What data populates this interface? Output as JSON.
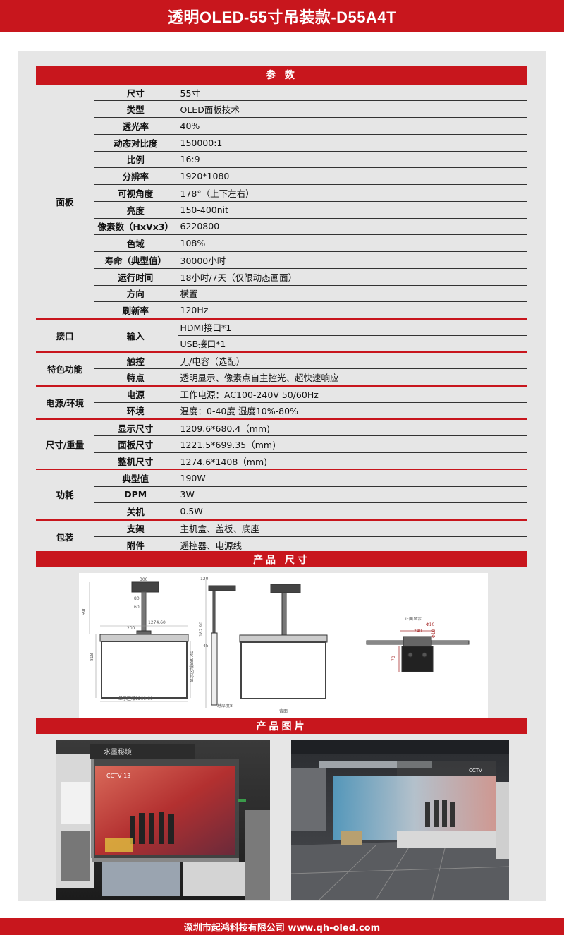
{
  "title": "透明OLED-55寸吊装款-D55A4T",
  "sections": {
    "params": "参 数",
    "size": "产品 尺寸",
    "photos": "产品图片"
  },
  "groups": [
    {
      "name": "面板",
      "rows": [
        {
          "key": "尺寸",
          "value": "55寸"
        },
        {
          "key": "类型",
          "value": "OLED面板技术"
        },
        {
          "key": "透光率",
          "value": "40%"
        },
        {
          "key": "动态对比度",
          "value": "150000:1"
        },
        {
          "key": "比例",
          "value": "16:9"
        },
        {
          "key": "分辨率",
          "value": "1920*1080"
        },
        {
          "key": "可视角度",
          "value": "178°（上下左右）"
        },
        {
          "key": "亮度",
          "value": "150-400nit"
        },
        {
          "key": "像素数（HxVx3）",
          "value": "6220800"
        },
        {
          "key": "色域",
          "value": "108%"
        },
        {
          "key": "寿命（典型值）",
          "value": "30000小时"
        },
        {
          "key": "运行时间",
          "value": "18小时/7天（仅限动态画面）"
        },
        {
          "key": "方向",
          "value": "横置"
        },
        {
          "key": "刷新率",
          "value": "120Hz"
        }
      ]
    },
    {
      "name": "接口",
      "rows": [
        {
          "key": "输入",
          "values": [
            "HDMI接口*1",
            "USB接口*1"
          ]
        }
      ]
    },
    {
      "name": "特色功能",
      "rows": [
        {
          "key": "触控",
          "value": "无/电容（选配）"
        },
        {
          "key": "特点",
          "value": "透明显示、像素点自主控光、超快速响应"
        }
      ]
    },
    {
      "name": "电源/环境",
      "rows": [
        {
          "key": "电源",
          "value": "工作电源：AC100-240V  50/60Hz"
        },
        {
          "key": "环境",
          "value": "温度：0-40度  湿度10%-80%"
        }
      ]
    },
    {
      "name": "尺寸/重量",
      "rows": [
        {
          "key": "显示尺寸",
          "value": "1209.6*680.4（mm)"
        },
        {
          "key": "面板尺寸",
          "value": "1221.5*699.35（mm)"
        },
        {
          "key": "整机尺寸",
          "value": "1274.6*1408（mm)"
        }
      ]
    },
    {
      "name": "功耗",
      "rows": [
        {
          "key": "典型值",
          "value": "190W"
        },
        {
          "key": "DPM",
          "value": "3W"
        },
        {
          "key": "关机",
          "value": "0.5W"
        }
      ]
    },
    {
      "name": "包装",
      "rows": [
        {
          "key": "支架",
          "value": "主机盒、盖板、底座"
        },
        {
          "key": "附件",
          "value": "遥控器、电源线"
        }
      ]
    }
  ],
  "drawing": {
    "dims": {
      "d300": "300",
      "d590": "590",
      "d80": "80",
      "d60": "60",
      "d200": "200",
      "d1274": "1274.60",
      "d818": "818",
      "display_h": "显示区域680.40",
      "display_w": "显示区域1209.60",
      "d120": "120",
      "d182": "182.90",
      "d45": "45",
      "thickness": "总厚度8",
      "back": "背面",
      "front": "正面显示",
      "d240": "240",
      "phi10a": "Φ10",
      "phi10b": "Φ10",
      "d70": "70"
    }
  },
  "photos": {
    "left_screen_logo": "CCTV 13",
    "left_sign": "水墨秘境",
    "right_screen_logo": "CCTV"
  },
  "footer": "深圳市起鸿科技有限公司 www.qh-oled.com"
}
